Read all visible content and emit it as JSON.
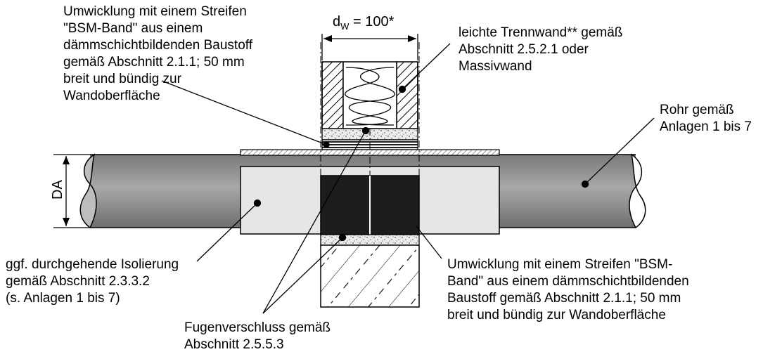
{
  "labels": {
    "top_left": [
      "Umwicklung mit einem Streifen",
      "\"BSM-Band\" aus einem",
      "dämmschichtbildenden Baustoff",
      "gemäß Abschnitt 2.1.1; 50 mm",
      "breit und bündig zur",
      "Wandoberfläche"
    ],
    "top_right": [
      "leichte Trennwand** gemäß",
      "Abschnitt 2.5.2.1 oder",
      "Massivwand"
    ],
    "right_pipe": [
      "Rohr gemäß",
      "Anlagen 1 bis 7"
    ],
    "bottom_left": [
      "ggf. durchgehende Isolierung",
      "gemäß Abschnitt 2.3.3.2",
      "(s. Anlagen 1 bis 7)"
    ],
    "bottom_center": [
      "Fugenverschluss gemäß",
      "Abschnitt 2.5.5.3"
    ],
    "bottom_right": [
      "Umwicklung mit einem Streifen \"BSM-",
      "Band\" aus einem dämmschichtbildenden",
      "Baustoff gemäß Abschnitt 2.1.1; 50 mm",
      "breit und bündig zur Wandoberfläche"
    ]
  },
  "dimensions": {
    "wall_width_prefix": "d",
    "wall_width_sub": "W",
    "wall_width_value": " = 100*",
    "pipe_diameter": "DA"
  },
  "colors": {
    "pipe": "#8c8c8c",
    "pipe_highlight": "#b0b0b0",
    "insulation": "#e6e6e6",
    "bsm_band": "#1c1c1c",
    "mortar": "#ececec"
  }
}
